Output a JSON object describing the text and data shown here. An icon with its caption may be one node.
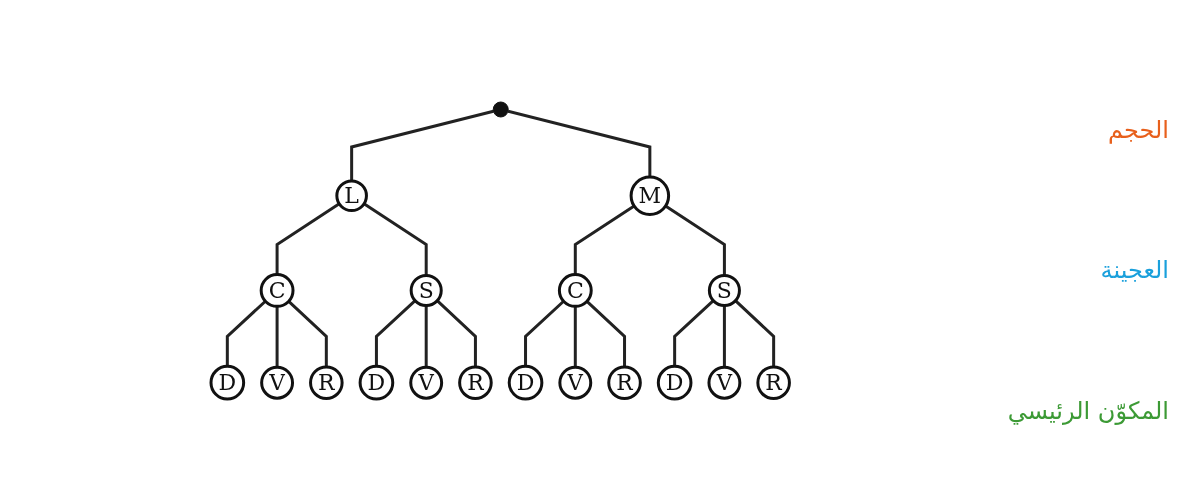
{
  "diagram": {
    "nodes": [
      {
        "text": [],
        "shape": "circle"
      },
      {
        "text": [
          "L"
        ]
      },
      {
        "text": [
          "M"
        ]
      },
      {
        "text": [
          "C"
        ]
      },
      {
        "text": [
          "S"
        ]
      },
      {
        "text": [
          "C"
        ]
      },
      {
        "text": [
          "S"
        ]
      },
      {
        "text": [
          "D"
        ]
      },
      {
        "text": [
          "V"
        ]
      },
      {
        "text": [
          "R"
        ]
      },
      {
        "text": [
          "D"
        ]
      },
      {
        "text": [
          "V"
        ]
      },
      {
        "text": [
          "R"
        ]
      },
      {
        "text": [
          "D"
        ]
      },
      {
        "text": [
          "V"
        ]
      },
      {
        "text": [
          "R"
        ]
      },
      {
        "text": [
          "D"
        ]
      },
      {
        "text": [
          "V"
        ]
      },
      {
        "text": [
          "R"
        ]
      }
    ],
    "edges": [
      {
        "from": 0,
        "to": 1,
        "arrow": "none"
      },
      {
        "from": 0,
        "to": 2,
        "arrow": "none"
      },
      {
        "from": 1,
        "to": 3,
        "arrow": "none"
      },
      {
        "from": 1,
        "to": 4,
        "arrow": "none"
      },
      {
        "from": 2,
        "to": 5,
        "arrow": "none"
      },
      {
        "from": 2,
        "to": 6,
        "arrow": "none"
      },
      {
        "from": 3,
        "to": 7,
        "arrow": "none"
      },
      {
        "from": 3,
        "to": 8,
        "arrow": "none"
      },
      {
        "from": 3,
        "to": 9,
        "arrow": "none"
      },
      {
        "from": 4,
        "to": 10,
        "arrow": "none"
      },
      {
        "from": 4,
        "to": 11,
        "arrow": "none"
      },
      {
        "from": 4,
        "to": 12,
        "arrow": "none"
      },
      {
        "from": 5,
        "to": 13,
        "arrow": "none"
      },
      {
        "from": 5,
        "to": 14,
        "arrow": "none"
      },
      {
        "from": 5,
        "to": 15,
        "arrow": "none"
      },
      {
        "from": 6,
        "to": 16,
        "arrow": "none"
      },
      {
        "from": 6,
        "to": 17,
        "arrow": "none"
      },
      {
        "from": 6,
        "to": 18,
        "arrow": "none"
      }
    ],
    "labels": [
      "الحجم",
      "العجينة",
      "المكوّن الرئيسي"
    ]
  }
}
